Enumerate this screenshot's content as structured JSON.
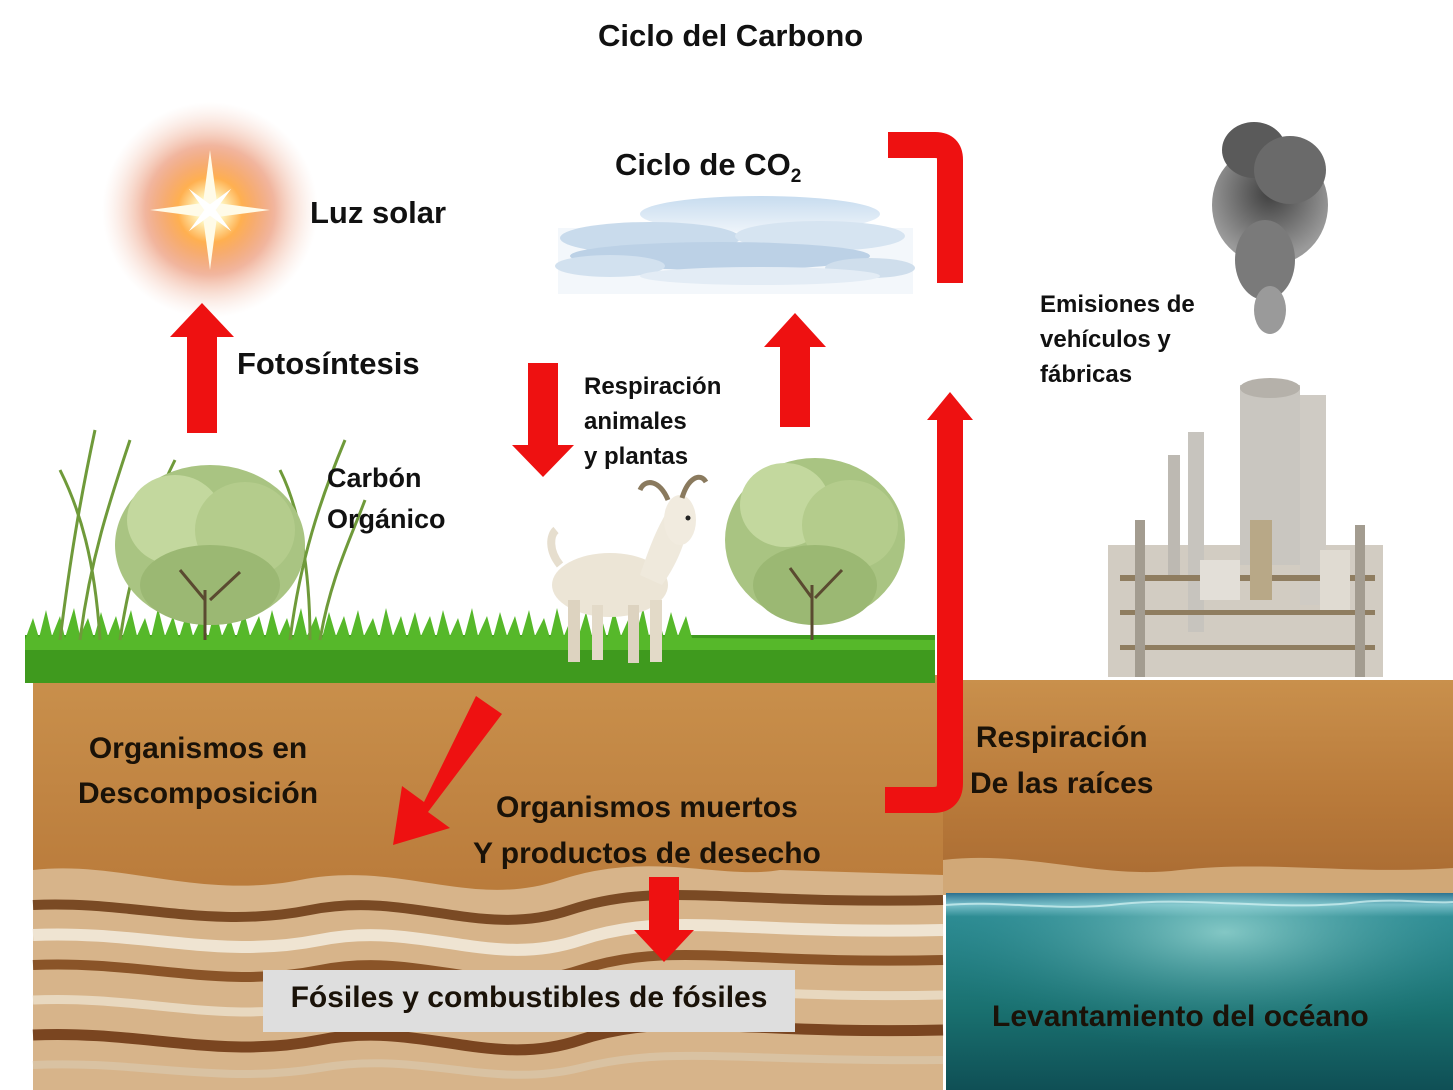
{
  "title": "Ciclo del Carbono",
  "labels": {
    "ciclo_co2": "Ciclo de CO",
    "ciclo_co2_sub": "2",
    "luz_solar": "Luz solar",
    "fotosintesis": "Fotosíntesis",
    "respiracion_animales": "Respiración\nanimales\ny plantas",
    "carbon_organico": "Carbón\nOrgánico",
    "emisiones": "Emisiones de\nvehículos y\nfábricas",
    "organismos_descomposicion": "Organismos en\nDescomposición",
    "organismos_muertos": "Organismos muertos\nY productos de desecho",
    "respiracion_raices": "Respiración\nDe las raíces",
    "fosiles": "Fósiles y combustibles de fósiles",
    "oceano": "Levantamiento del océano"
  },
  "colors": {
    "arrow": "#ee1111",
    "soil": "#c58a45",
    "grass": "#3f9a1e",
    "ocean": "#1f7f8a",
    "smoke": "#555555"
  }
}
